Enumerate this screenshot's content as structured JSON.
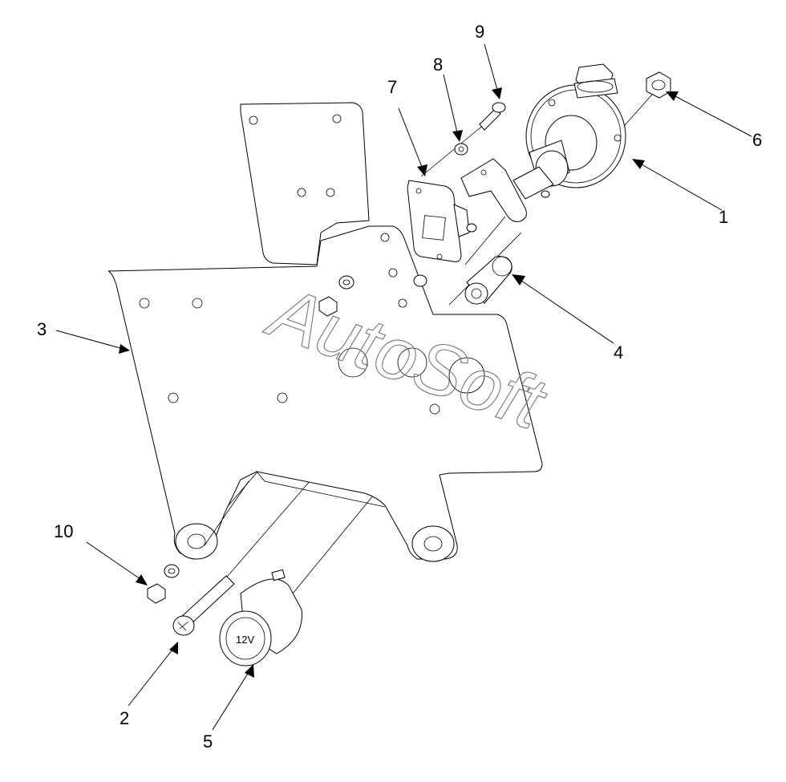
{
  "diagram": {
    "watermark": "AutoSoft",
    "socket_marking": "12V",
    "callouts": [
      {
        "id": "1",
        "label": "1"
      },
      {
        "id": "2",
        "label": "2"
      },
      {
        "id": "3",
        "label": "3"
      },
      {
        "id": "4",
        "label": "4"
      },
      {
        "id": "5",
        "label": "5"
      },
      {
        "id": "6",
        "label": "6"
      },
      {
        "id": "7",
        "label": "7"
      },
      {
        "id": "8",
        "label": "8"
      },
      {
        "id": "9",
        "label": "9"
      },
      {
        "id": "10",
        "label": "10"
      }
    ]
  }
}
